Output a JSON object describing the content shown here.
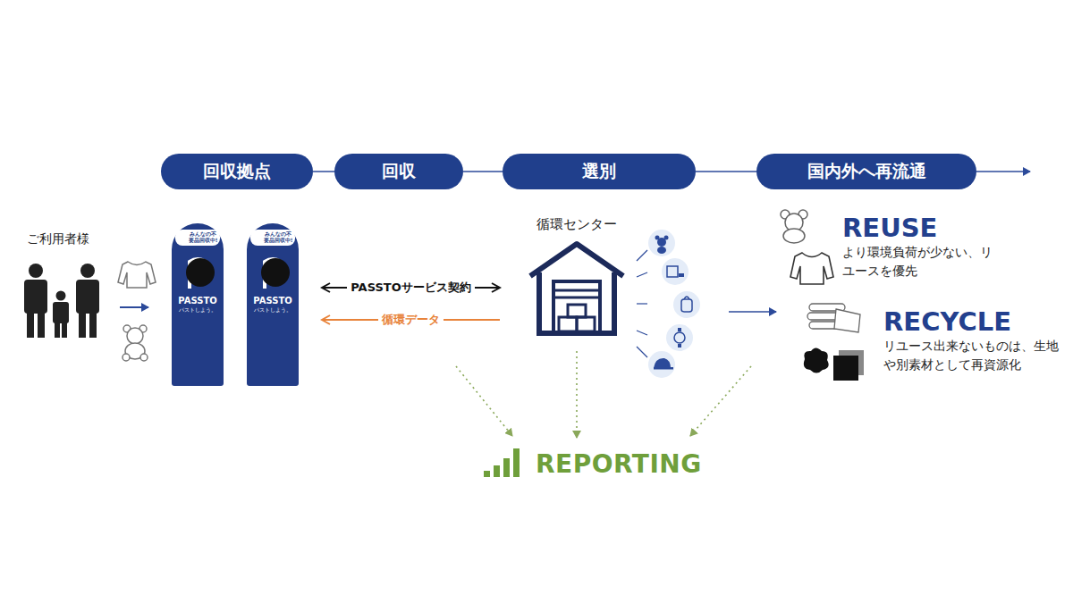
{
  "diagram": {
    "nodes": [
      {
        "text": [
          "回収拠点"
        ]
      },
      {
        "text": [
          "回収"
        ]
      },
      {
        "text": [
          "選別"
        ]
      },
      {
        "text": [
          "国内外へ再流通"
        ]
      },
      {
        "text": [
          "みんなの不要品回収中!",
          "PASSTO",
          "パストしよう。"
        ]
      },
      {
        "text": [
          "みんなの不要品回収中!",
          "PASSTO",
          "パストしよう。"
        ]
      },
      {
        "text": [
          "循環センター"
        ]
      },
      {
        "text": [
          "REPORTING"
        ]
      },
      {
        "text": [
          "REUSE",
          "より環境負荷が少ない、リユースを優先"
        ]
      },
      {
        "text": [
          "RECYCLE",
          "リユース出来ないものは、生地や別素材として再資源化"
        ]
      }
    ],
    "edges": [
      {
        "from": 0,
        "to": 1,
        "arrow": "none"
      },
      {
        "from": 1,
        "to": 2,
        "arrow": "none"
      },
      {
        "from": 2,
        "to": 3,
        "arrow": "none"
      },
      {
        "from": 5,
        "to": 6,
        "label": "PASSTOサービス契約",
        "arrow": "both"
      },
      {
        "from": 6,
        "to": 5,
        "label": "循環データ",
        "arrow": "to"
      },
      {
        "from": 6,
        "to": 7,
        "arrow": "to"
      }
    ],
    "labels": [
      "ご利用者様"
    ]
  }
}
